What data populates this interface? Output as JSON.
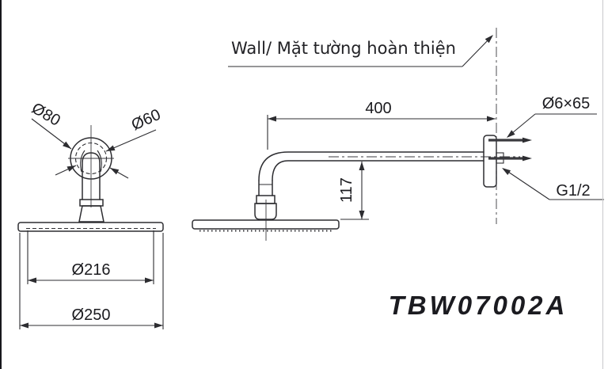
{
  "drawing": {
    "wall_label": "Wall/ Mặt tường hoàn thiện",
    "product_code": "TBW07002A",
    "front_view": {
      "flange_outer_dia": "Ø80",
      "flange_inner_dia": "Ø60",
      "spray_face_dia": "Ø216",
      "head_dia": "Ø250"
    },
    "side_view": {
      "arm_length": "400",
      "head_drop": "117",
      "screw_spec": "Ø6×65",
      "thread_spec": "G1/2"
    },
    "colors": {
      "line": "#2d2d31",
      "text": "#1b1b1f",
      "background": "#ffffff"
    }
  }
}
